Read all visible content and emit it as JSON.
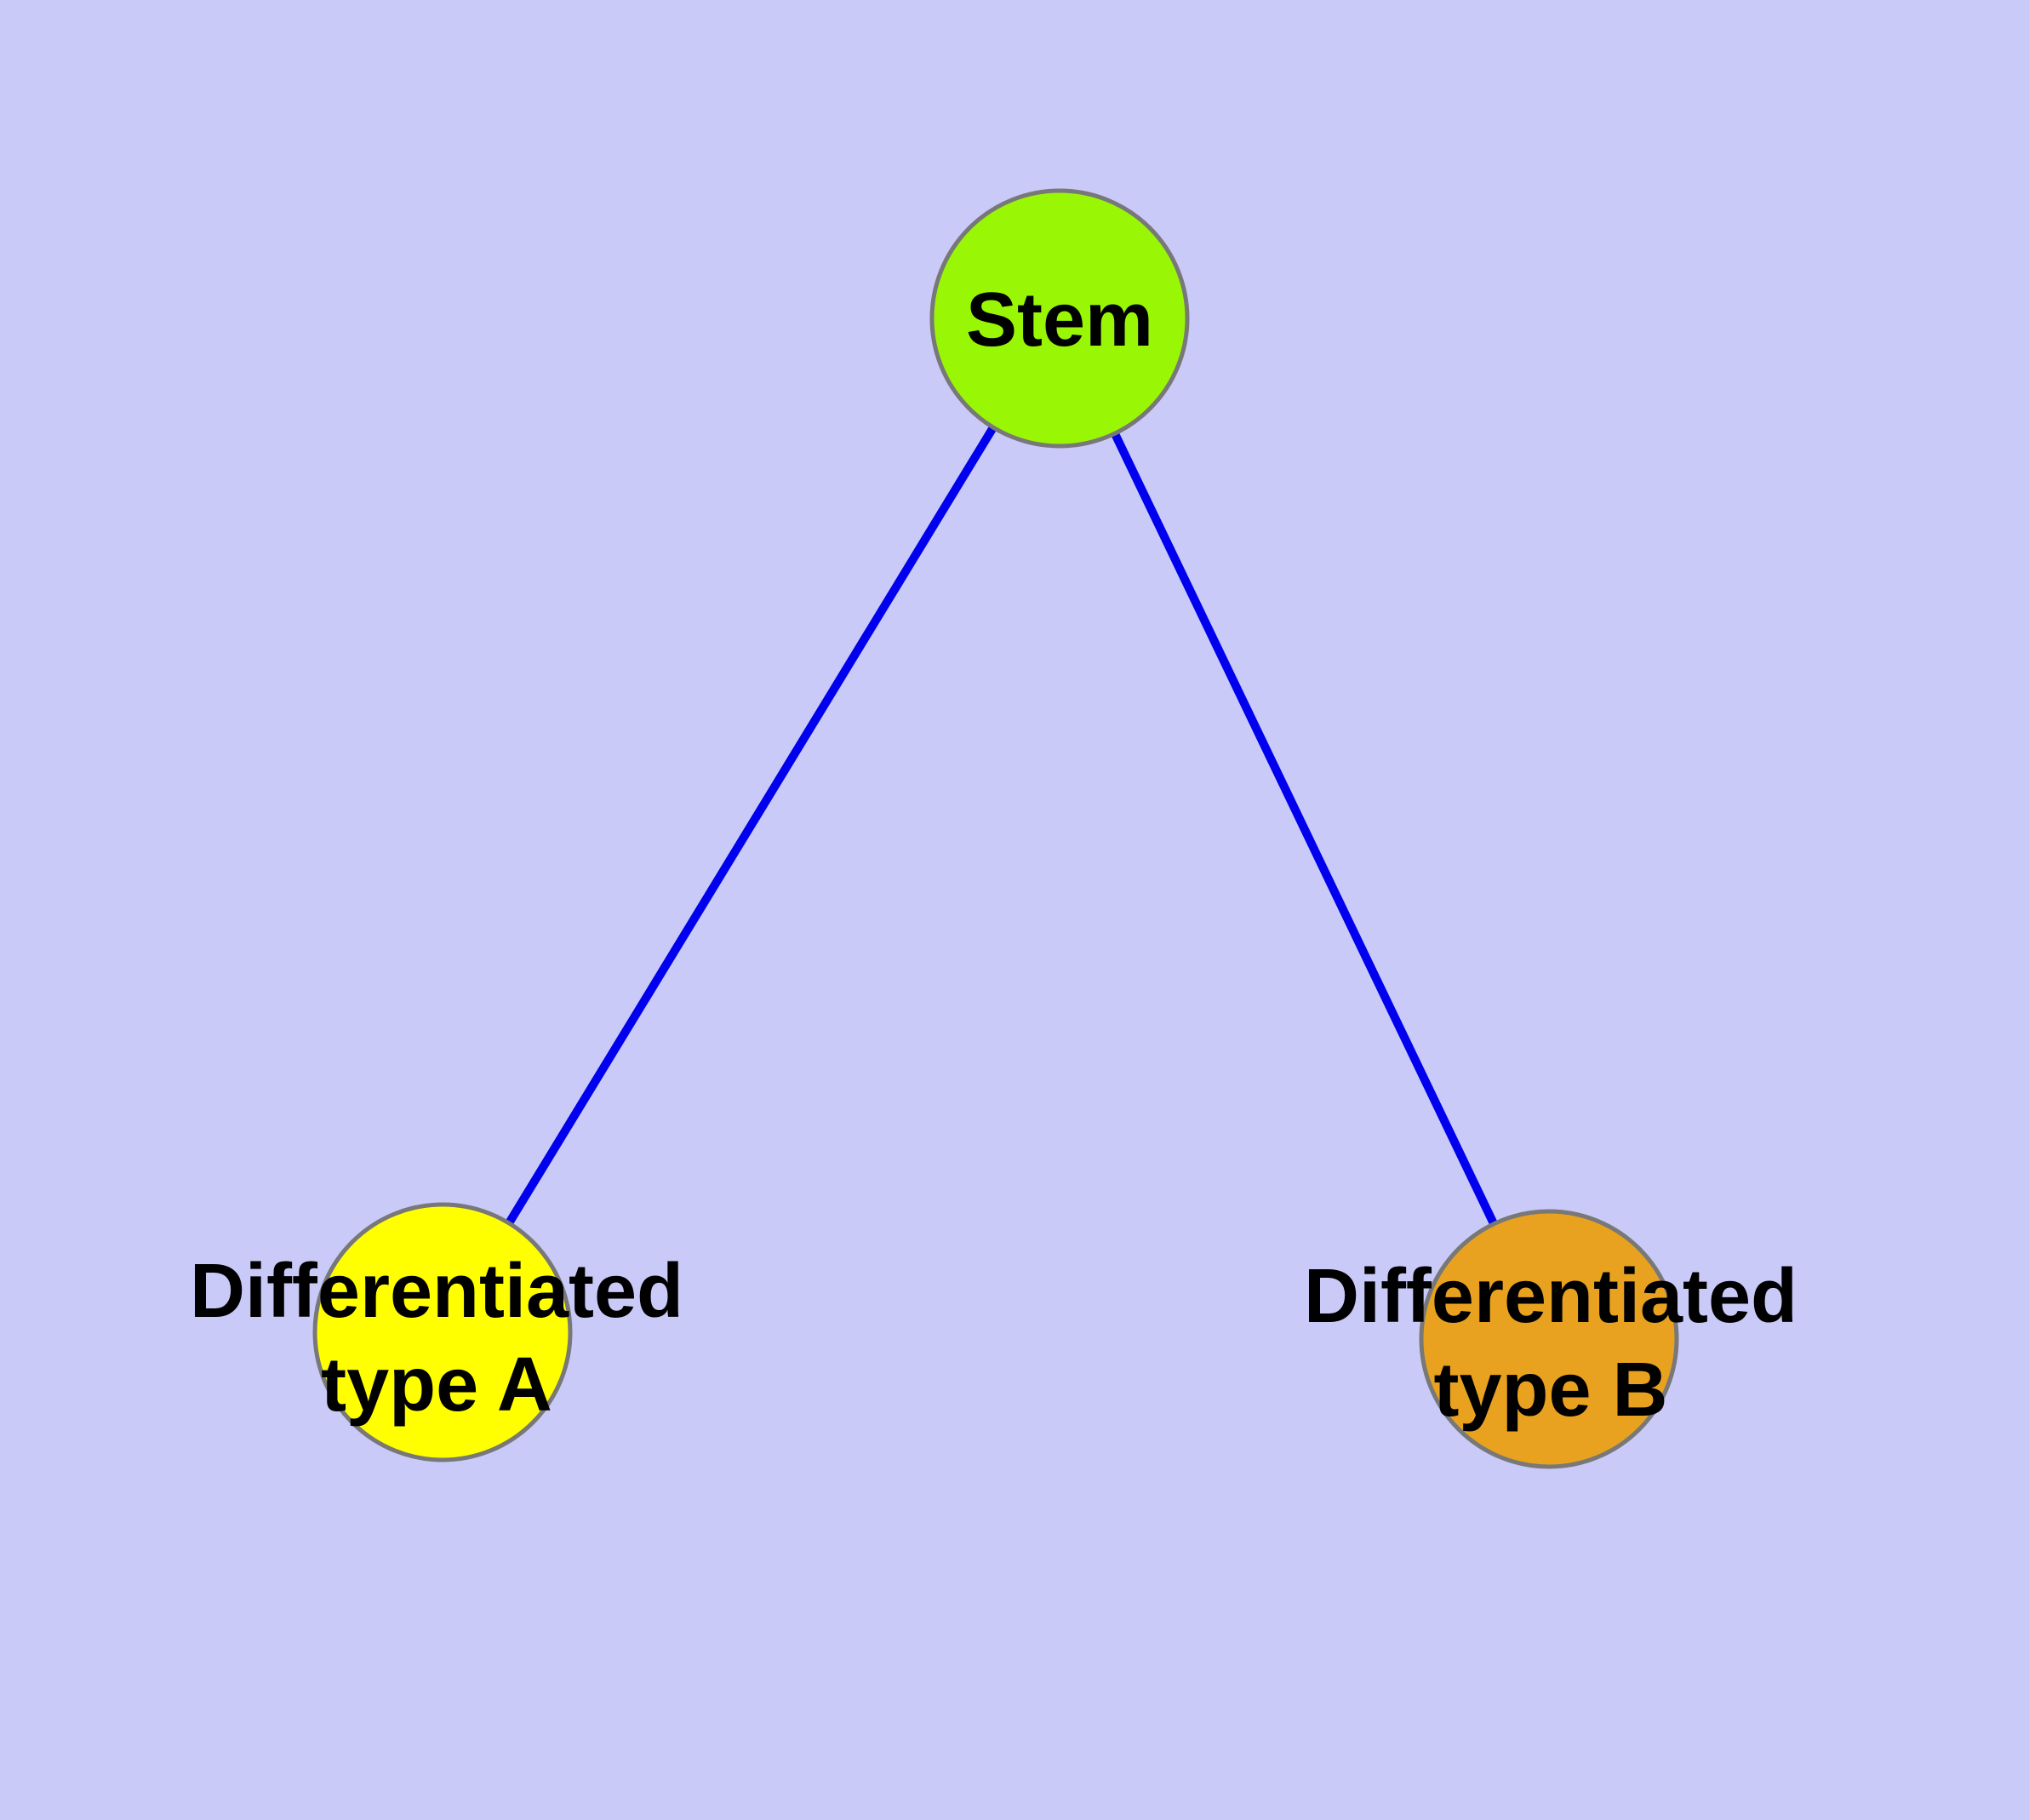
{
  "diagram": {
    "type": "node-edge-graph",
    "description": "Stem cell differentiation diagram with one parent node and two child nodes",
    "colors": {
      "background": "#CACAF8",
      "edge": "#0000EE",
      "node_border": "#787878",
      "label_text": "#000000",
      "stem_fill": "#99F705",
      "type_a_fill": "#FFFF00",
      "type_b_fill": "#E8A220"
    },
    "nodes": {
      "stem": {
        "label": "Stem"
      },
      "type_a": {
        "label_line1": "Differentiated",
        "label_line2": "type A",
        "full_label": "Differentiated type A"
      },
      "type_b": {
        "label_line1": "Differentiated",
        "label_line2": "type B",
        "full_label": "Differentiated type B"
      }
    },
    "edges": [
      {
        "from": "Stem",
        "to": "Differentiated type A"
      },
      {
        "from": "Stem",
        "to": "Differentiated type B"
      }
    ]
  }
}
